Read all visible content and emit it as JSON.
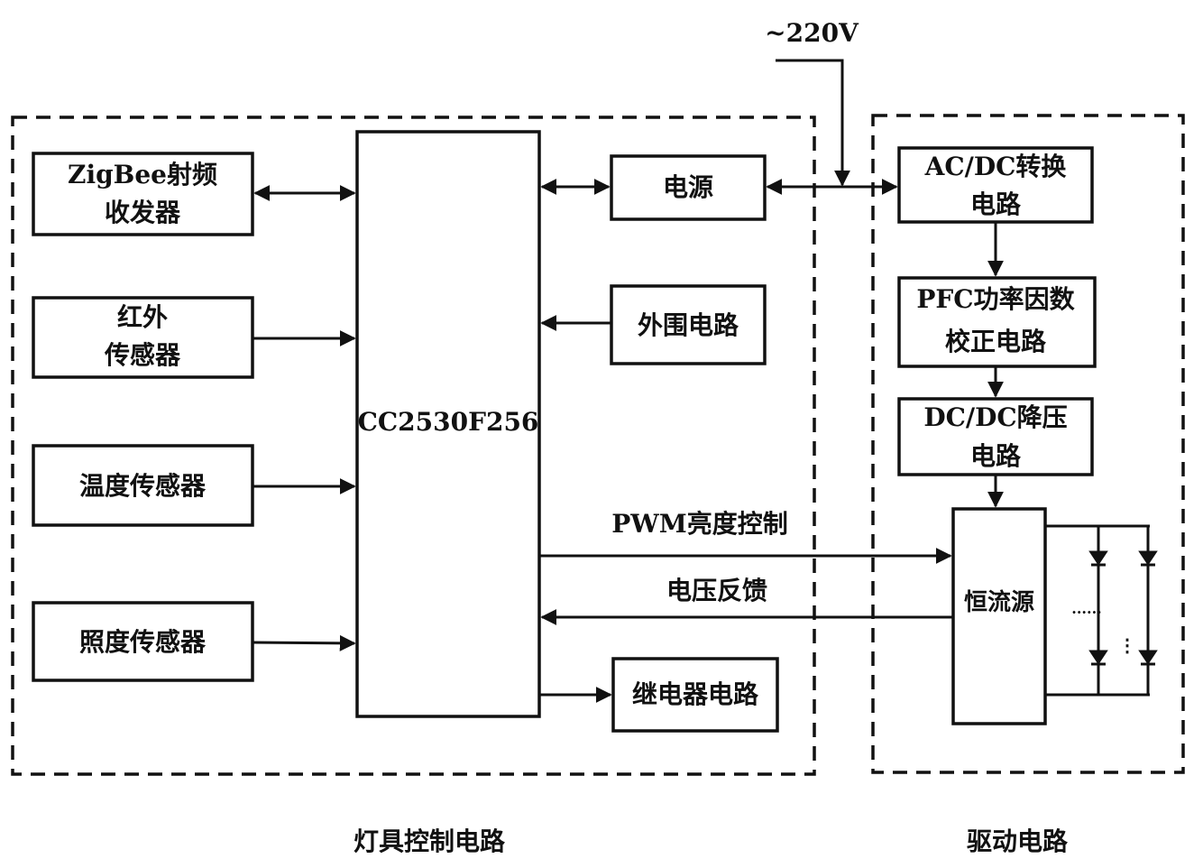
{
  "voltage": "~220V",
  "blocks": {
    "zigbee": [
      "ZigBee射频",
      "收发器"
    ],
    "infrared": [
      "红外",
      "传感器"
    ],
    "temperature": "温度传感器",
    "illuminance": "照度传感器",
    "mcu": "CC2530F256",
    "power": "电源",
    "peripheral": "外围电路",
    "relay": "继电器电路",
    "acdc": [
      "AC/DC转换",
      "电路"
    ],
    "pfc": [
      "PFC功率因数",
      "校正电路"
    ],
    "dcdc": [
      "DC/DC降压",
      "电路"
    ],
    "current_source": "恒流源"
  },
  "signals": {
    "pwm": "PWM亮度控制",
    "feedback": "电压反馈"
  },
  "groups": {
    "lamp_control": "灯具控制电路",
    "driver": "驱动电路"
  },
  "led_dots": {
    "horizontal": "......",
    "vertical": "⋮"
  }
}
